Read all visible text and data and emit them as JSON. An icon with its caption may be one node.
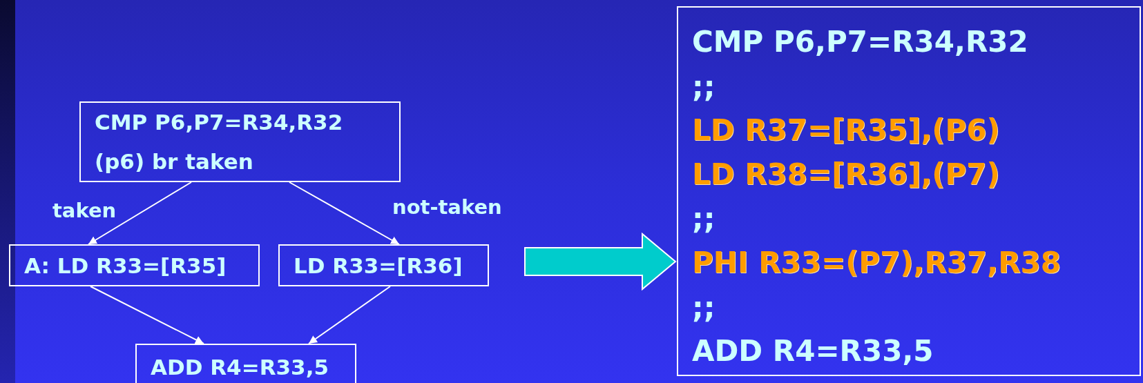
{
  "diagram": {
    "nodes": [
      {
        "text": [
          "CMP P6,P7=R34,R32",
          "(p6) br taken"
        ]
      },
      {
        "text": [
          "A: LD R33=[R35]"
        ]
      },
      {
        "text": [
          "LD R33=[R36]"
        ]
      },
      {
        "text": [
          "ADD R4=R33,5"
        ]
      },
      {
        "text": [
          "CMP P6,P7=R34,R32",
          ";;",
          "LD R37=[R35],(P6)",
          "LD R38=[R36],(P7)",
          ";;",
          "PHI R33=(P7),R37,R38",
          ";;",
          "ADD R4=R33,5"
        ]
      }
    ],
    "edges": [
      {
        "from": 0,
        "to": 1,
        "arrow": "to",
        "label": "taken"
      },
      {
        "from": 0,
        "to": 2,
        "arrow": "to",
        "label": "not-taken"
      },
      {
        "from": 1,
        "to": 3,
        "arrow": "to"
      },
      {
        "from": 2,
        "to": 3,
        "arrow": "to"
      },
      {
        "from": null,
        "to": 4,
        "arrow": "to",
        "style": "thick",
        "color": "#00cccc"
      }
    ]
  }
}
